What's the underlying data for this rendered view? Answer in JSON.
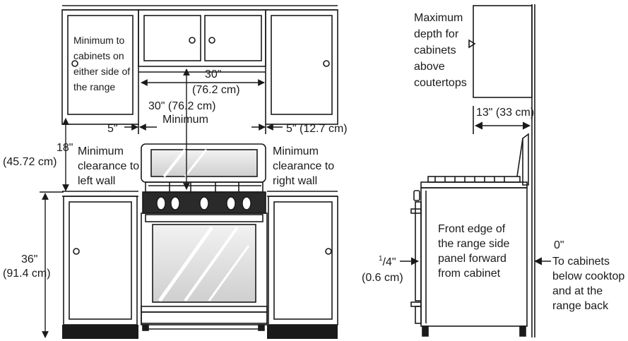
{
  "labels": {
    "min_cabinets": "Minimum to cabinets on either side of the range",
    "width_30": "30\"",
    "width_30_cm": "(76.2 cm)",
    "width_30_min": "30\" (76.2 cm)",
    "minimum": "Minimum",
    "left_5": "5\"",
    "right_5": "5\" (12.7 cm)",
    "h18": "18\"",
    "h18_cm": "(45.72 cm)",
    "min_left_wall": "Minimum clearance to left wall",
    "min_right_wall": "Minimum clearance to right wall",
    "h36": "36\"",
    "h36_cm": "(91.4 cm)",
    "max_depth": "Maximum depth for cabinets above coutertops",
    "depth_13": "13\" (33 cm)",
    "front_edge": "Front edge of the range side panel forward from cabinet",
    "quarter_num": "1",
    "quarter_den": "/4\"",
    "quarter_cm": "(0.6 cm)",
    "zero": "0\"",
    "to_cabinets": "To cabinets below cooktop and at the range back"
  }
}
